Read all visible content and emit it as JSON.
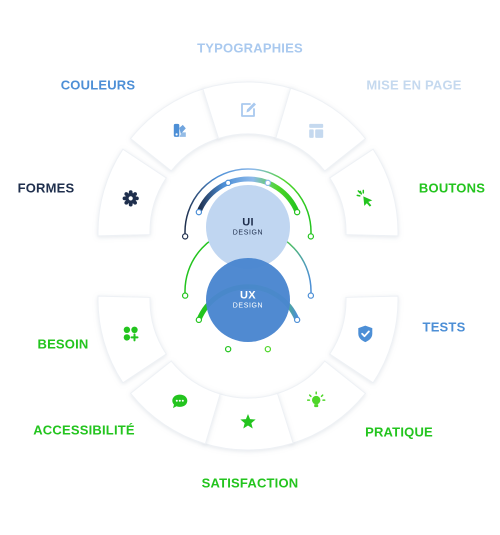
{
  "ui_circle": {
    "title": "UI",
    "subtitle": "DESIGN"
  },
  "ux_circle": {
    "title": "UX",
    "subtitle": "DESIGN"
  },
  "colors": {
    "dark_navy": "#1f2f4d",
    "blue": "#4d8fd6",
    "light_blue": "#a9c9ef",
    "pale_blue": "#c5d9ef",
    "green": "#23c41e",
    "light_green": "#4fd62a",
    "ui_circle_fill": "#c0d6f1",
    "ux_circle_fill": "#4a86cf"
  },
  "ui_segments": [
    {
      "label": "FORMES",
      "icon": "gear-icon"
    },
    {
      "label": "COULEURS",
      "icon": "palette-icon"
    },
    {
      "label": "TYPOGRAPHIES",
      "icon": "edit-icon"
    },
    {
      "label": "MISE EN PAGE",
      "icon": "layout-icon"
    },
    {
      "label": "BOUTONS",
      "icon": "cursor-click-icon"
    }
  ],
  "ux_segments": [
    {
      "label": "TESTS",
      "icon": "shield-check-icon"
    },
    {
      "label": "PRATIQUE",
      "icon": "lightbulb-icon"
    },
    {
      "label": "SATISFACTION",
      "icon": "star-icon"
    },
    {
      "label": "ACCESSIBILITÉ",
      "icon": "chat-icon"
    },
    {
      "label": "BESOIN",
      "icon": "apps-add-icon"
    }
  ]
}
